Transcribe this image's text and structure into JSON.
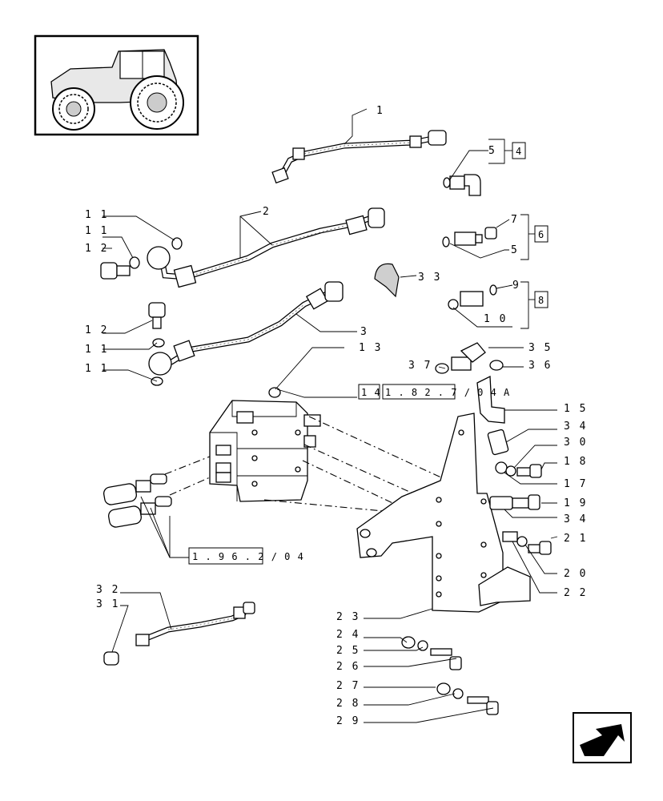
{
  "parts": [
    {
      "id": "p1",
      "label": "1"
    },
    {
      "id": "p2",
      "label": "2"
    },
    {
      "id": "p3",
      "label": "3"
    },
    {
      "id": "p5a",
      "label": "5"
    },
    {
      "id": "p5b",
      "label": "5"
    },
    {
      "id": "p7",
      "label": "7"
    },
    {
      "id": "p9",
      "label": "9"
    },
    {
      "id": "p10",
      "label": "1 0"
    },
    {
      "id": "p11a",
      "label": "1 1"
    },
    {
      "id": "p11b",
      "label": "1 1"
    },
    {
      "id": "p11c",
      "label": "1 1"
    },
    {
      "id": "p11d",
      "label": "1 1"
    },
    {
      "id": "p12a",
      "label": "1 2"
    },
    {
      "id": "p12b",
      "label": "1 2"
    },
    {
      "id": "p13",
      "label": "1 3"
    },
    {
      "id": "p15",
      "label": "1 5"
    },
    {
      "id": "p17",
      "label": "1 7"
    },
    {
      "id": "p18",
      "label": "1 8"
    },
    {
      "id": "p19",
      "label": "1 9"
    },
    {
      "id": "p20",
      "label": "2 0"
    },
    {
      "id": "p21",
      "label": "2 1"
    },
    {
      "id": "p22",
      "label": "2 2"
    },
    {
      "id": "p23",
      "label": "2 3"
    },
    {
      "id": "p24",
      "label": "2 4"
    },
    {
      "id": "p25",
      "label": "2 5"
    },
    {
      "id": "p26",
      "label": "2 6"
    },
    {
      "id": "p27",
      "label": "2 7"
    },
    {
      "id": "p28",
      "label": "2 8"
    },
    {
      "id": "p29",
      "label": "2 9"
    },
    {
      "id": "p30",
      "label": "3 0"
    },
    {
      "id": "p31",
      "label": "3 1"
    },
    {
      "id": "p32",
      "label": "3 2"
    },
    {
      "id": "p33",
      "label": "3 3"
    },
    {
      "id": "p34a",
      "label": "3 4"
    },
    {
      "id": "p34b",
      "label": "3 4"
    },
    {
      "id": "p35",
      "label": "3 5"
    },
    {
      "id": "p36",
      "label": "3 6"
    },
    {
      "id": "p37",
      "label": "3 7"
    }
  ],
  "kit_refs": [
    {
      "id": "k4",
      "label": "4"
    },
    {
      "id": "k6",
      "label": "6"
    },
    {
      "id": "k8",
      "label": "8"
    },
    {
      "id": "k14",
      "label": "1 4"
    }
  ],
  "page_refs": [
    {
      "id": "r1",
      "label": "1 . 8 2 . 7 / 0 4 A"
    },
    {
      "id": "r2",
      "label": "1 . 9 6 . 2 / 0 4"
    }
  ],
  "icons": [
    "tractor-thumbnail-icon",
    "navigation-arrow-icon"
  ]
}
